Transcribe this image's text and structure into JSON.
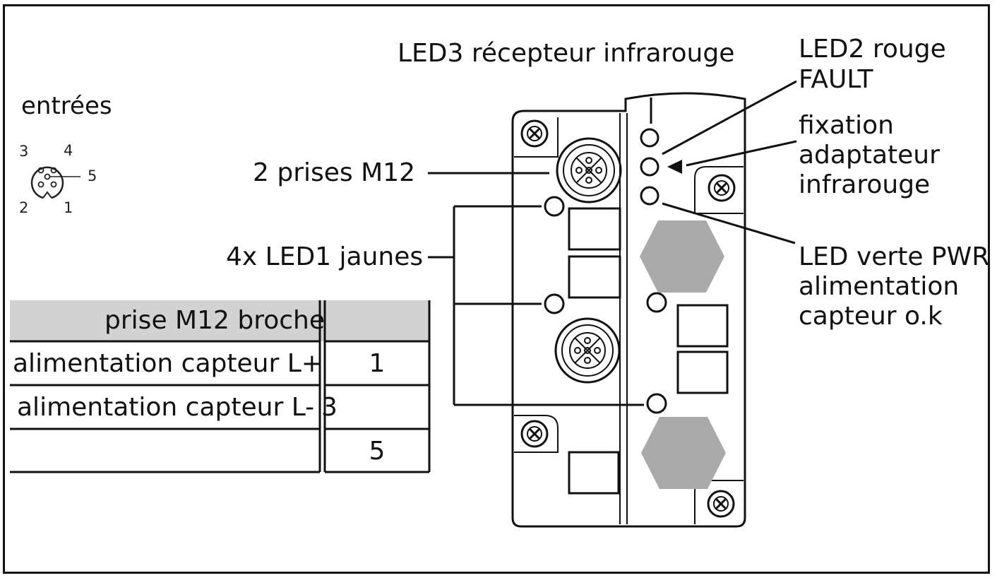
{
  "inputs_title": "entrées",
  "connector_pins": [
    "3",
    "4",
    "5",
    "2",
    "1"
  ],
  "labels": {
    "m12_sockets": "2 prises M12",
    "yellow_leds": "4x LED1 jaunes",
    "led3": "LED3 récepteur infrarouge",
    "led2_line1": "LED2 rouge",
    "led2_line2": "FAULT",
    "fixation_line1": "fixation",
    "fixation_line2": "adaptateur",
    "fixation_line3": "infrarouge",
    "pwr_line1": "LED verte PWR",
    "pwr_line2": "alimentation",
    "pwr_line3": "capteur o.k"
  },
  "table": {
    "header": "prise M12 broche",
    "rows": [
      {
        "label": "alimentation capteur L+",
        "value": "1"
      },
      {
        "label": "alimentation capteur L-",
        "value": "3"
      },
      {
        "label": "",
        "value": "5"
      }
    ]
  },
  "colors": {
    "line": "#111111",
    "gray": "#aaaaaa",
    "header_fill": "#d2d2d2"
  }
}
